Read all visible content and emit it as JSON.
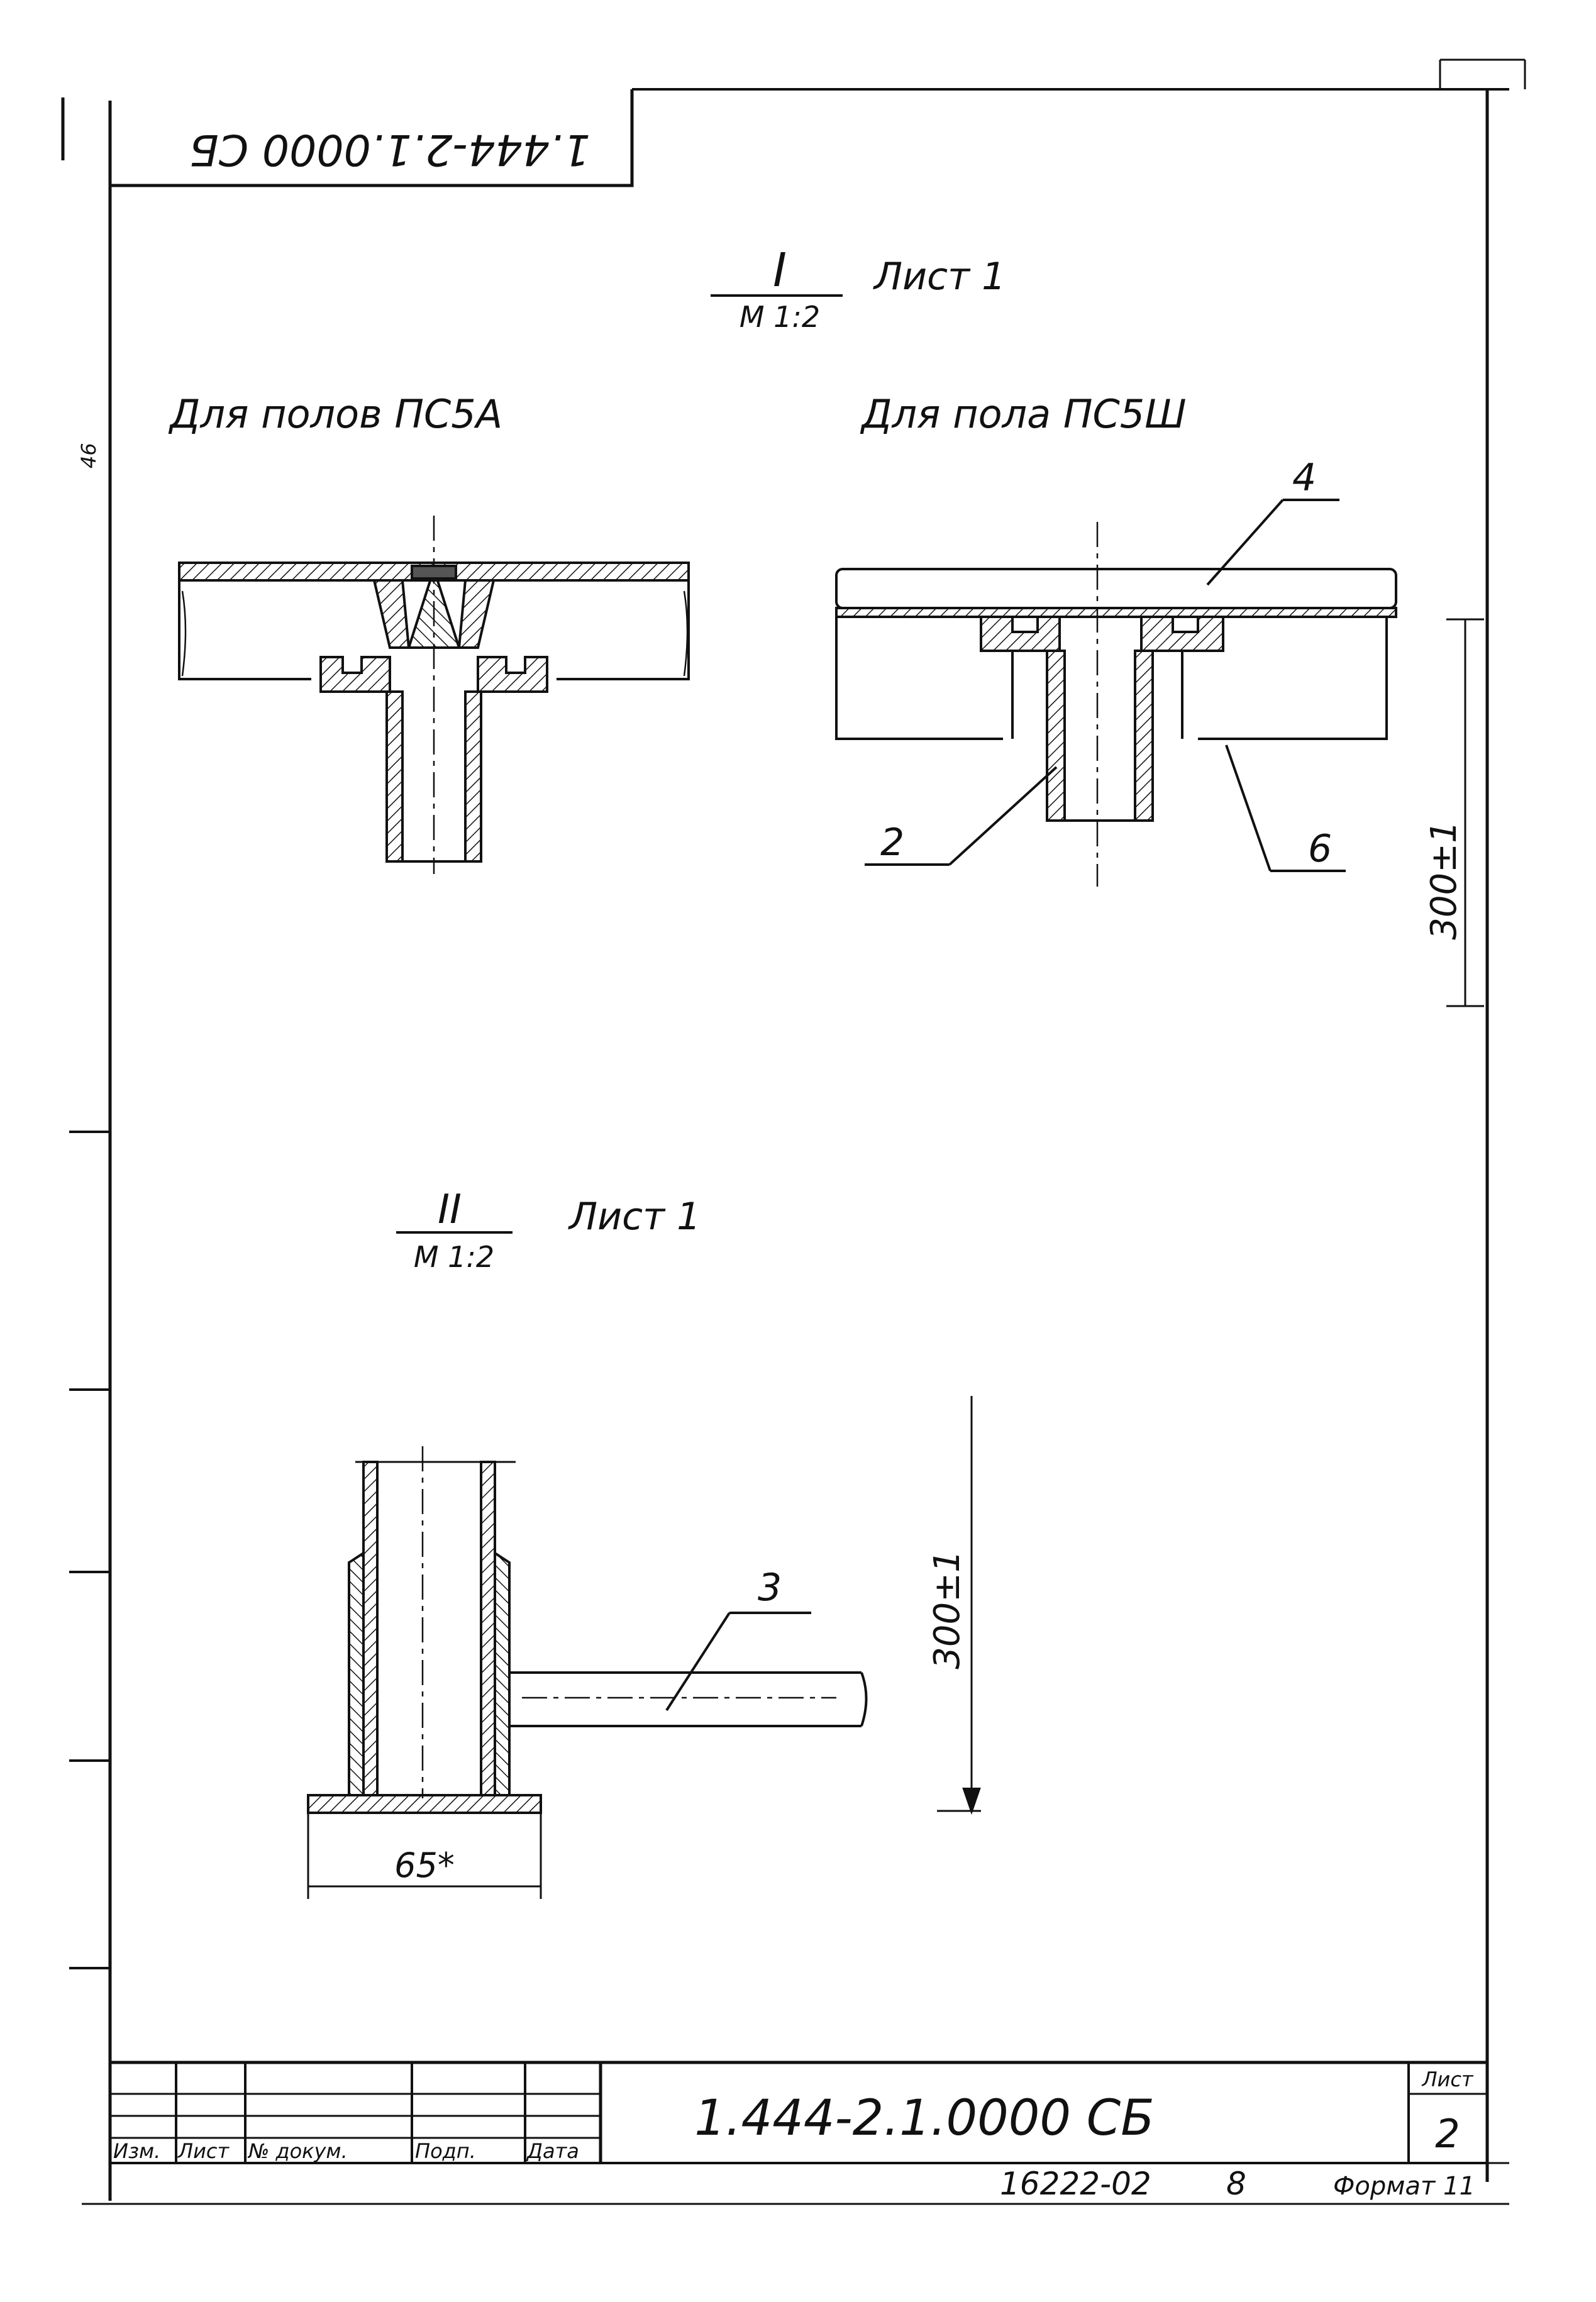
{
  "top_stamp": {
    "code": "1.444-2.1.0000 СБ"
  },
  "side_mark": "46",
  "view1": {
    "numeral": "I",
    "scale": "М 1:2",
    "sheet_ref": "Лист 1",
    "left_caption": "Для полов ПС5А",
    "right_caption": "Для пола ПС5Ш",
    "callout_4": "4",
    "callout_2": "2",
    "callout_6": "6",
    "dimension": "300±1"
  },
  "view2": {
    "numeral": "II",
    "scale": "М 1:2",
    "sheet_ref": "Лист 1",
    "callout_3": "3",
    "dimension": "300±1",
    "width_dim": "65*"
  },
  "title_block": {
    "headers": [
      "Изм.",
      "Лист",
      "№ докум.",
      "Подп.",
      "Дата"
    ],
    "designation": "1.444-2.1.0000 СБ",
    "sheet_label": "Лист",
    "sheet_number": "2",
    "inventory": "16222-02",
    "inventory_page": "8",
    "format": "Формат 11"
  },
  "colors": {
    "ink": "#111111",
    "paper": "#ffffff"
  }
}
